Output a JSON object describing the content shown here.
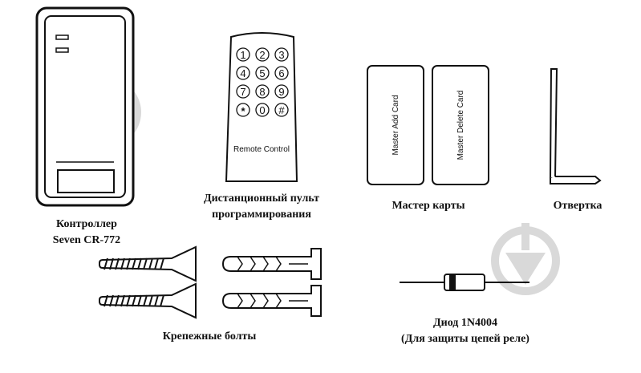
{
  "items": {
    "controller": {
      "caption_line1": "Контроллер",
      "caption_line2": "Seven CR-772"
    },
    "remote": {
      "keys": [
        "1",
        "2",
        "3",
        "4",
        "5",
        "6",
        "7",
        "8",
        "9",
        "*",
        "0",
        "#"
      ],
      "device_label": "Remote Control",
      "caption_line1": "Дистанционный пульт",
      "caption_line2": "программирования"
    },
    "master_cards": {
      "card1_label": "Master Add Card",
      "card2_label": "Master Delete Card",
      "caption": "Мастер карты"
    },
    "screwdriver": {
      "caption": "Отвертка"
    },
    "bolts": {
      "caption": "Крепежные болты"
    },
    "diode": {
      "caption_line1": "Диод 1N4004",
      "caption_line2": "(Для защиты цепей реле)"
    }
  },
  "colors": {
    "stroke": "#111111",
    "watermark": "#d9d9d9"
  },
  "icons": [
    "watermark-icon",
    "watermark-icon"
  ]
}
